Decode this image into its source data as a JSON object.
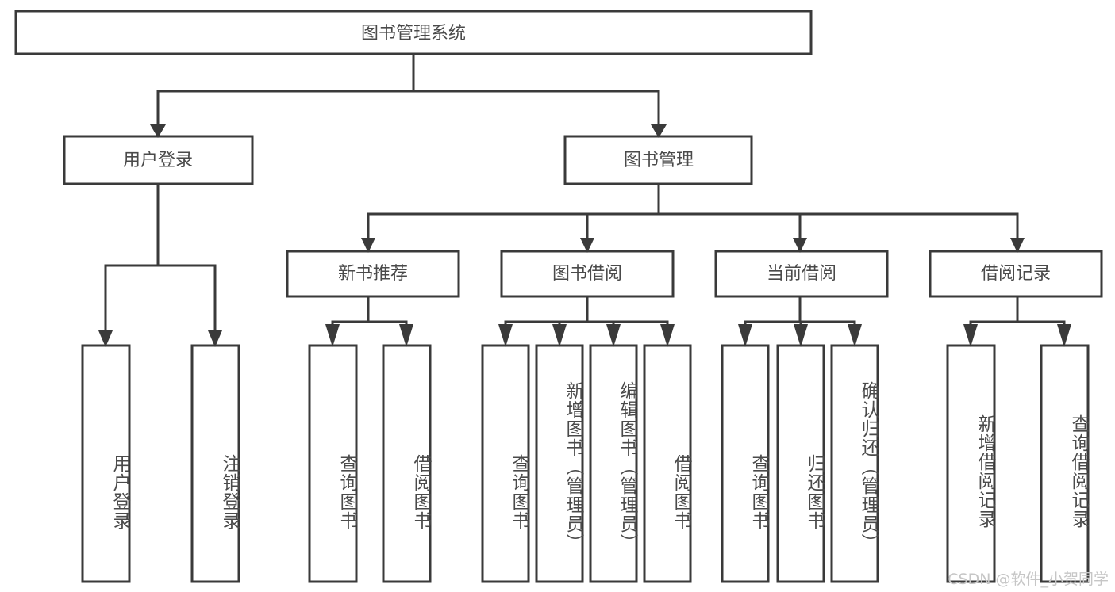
{
  "diagram": {
    "type": "tree",
    "title": "图书管理系统",
    "watermark": "CSDN @软件_小贺同学",
    "colors": {
      "stroke": "#3a3a3a",
      "text": "#4a4a4a",
      "background": "#ffffff",
      "watermark": "#c6c6c6"
    },
    "root": {
      "label": "图书管理系统"
    },
    "level1": [
      {
        "label": "用户登录"
      },
      {
        "label": "图书管理"
      }
    ],
    "level2": [
      {
        "label": "新书推荐"
      },
      {
        "label": "图书借阅"
      },
      {
        "label": "当前借阅"
      },
      {
        "label": "借阅记录"
      }
    ],
    "leaves": {
      "user_login": [
        {
          "label": "用户登录"
        },
        {
          "label": "注销登录"
        }
      ],
      "new_book_recommend": [
        {
          "label": "查询图书"
        },
        {
          "label": "借阅图书"
        }
      ],
      "book_borrow": [
        {
          "label": "查询图书"
        },
        {
          "label": "新增图书（管理员）"
        },
        {
          "label": "编辑图书（管理员）"
        },
        {
          "label": "借阅图书"
        }
      ],
      "current_borrow": [
        {
          "label": "查询图书"
        },
        {
          "label": "归还图书"
        },
        {
          "label": "确认归还（管理员）"
        }
      ],
      "borrow_record": [
        {
          "label": "新增借阅记录"
        },
        {
          "label": "查询借阅记录"
        }
      ]
    }
  }
}
